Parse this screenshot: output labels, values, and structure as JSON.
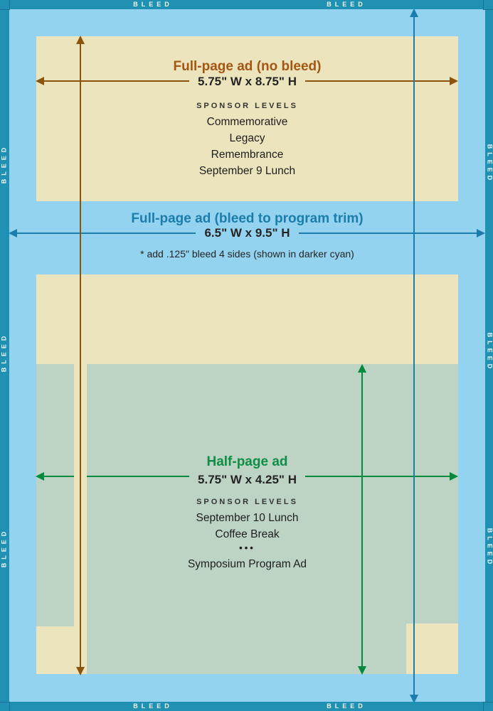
{
  "bleed": {
    "label": "BLEED"
  },
  "colors": {
    "border_cyan": "#2191b3",
    "background_blue": "#94d3f0",
    "ad_area_cream": "#ece4bc",
    "half_page_green": "#bdd3c4",
    "full_page_no_bleed_accent": "#a35712",
    "full_page_bleed_accent": "#1a7dab",
    "half_page_accent": "#0e8f46"
  },
  "full_page_no_bleed": {
    "title": "Full-page ad (no bleed)",
    "dimensions": "5.75\" W x 8.75\" H",
    "sponsor_levels_heading": "SPONSOR LEVELS",
    "sponsor_levels": [
      "Commemorative",
      "Legacy",
      "Remembrance",
      "September 9 Lunch"
    ]
  },
  "full_page_bleed": {
    "title": "Full-page ad (bleed to program trim)",
    "dimensions": "6.5\" W x 9.5\" H",
    "note": "* add .125\" bleed 4 sides (shown in darker cyan)"
  },
  "half_page": {
    "title": "Half-page ad",
    "dimensions": "5.75\" W x 4.25\" H",
    "sponsor_levels_heading": "SPONSOR LEVELS",
    "sponsor_levels": [
      "September 10 Lunch",
      "Coffee Break",
      "•••",
      "Symposium Program Ad"
    ]
  }
}
